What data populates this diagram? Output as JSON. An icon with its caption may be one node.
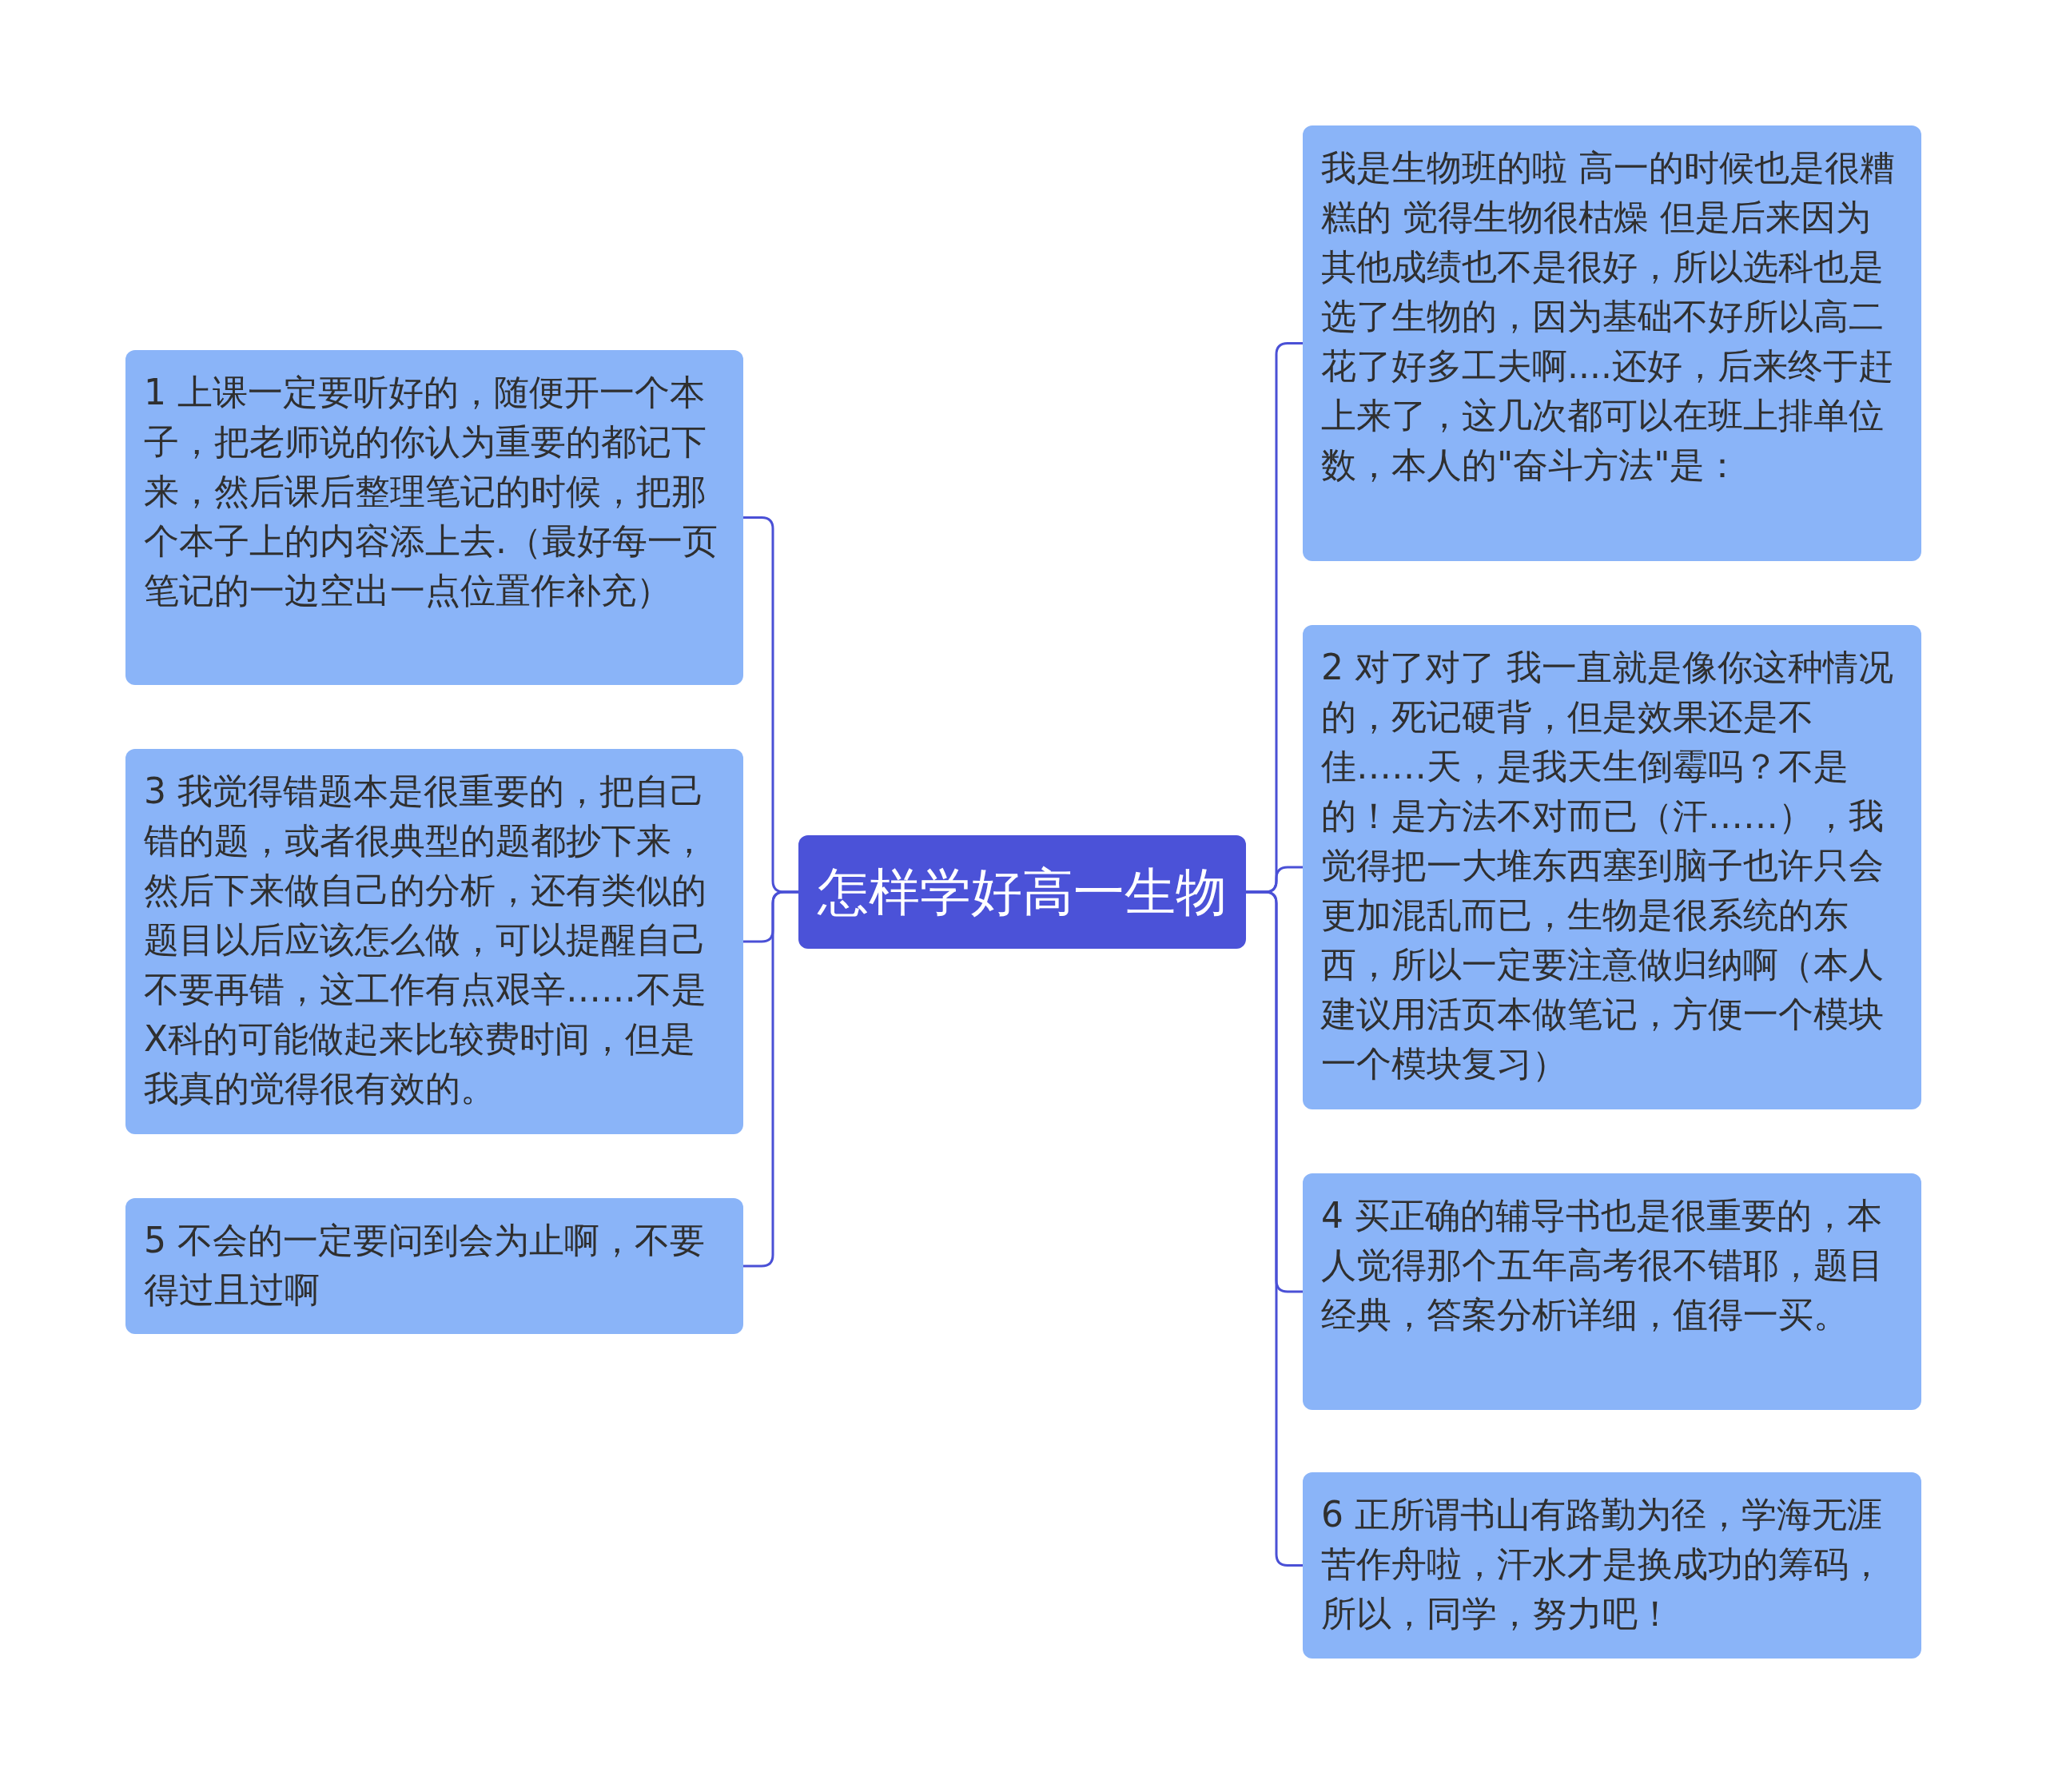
{
  "diagram": {
    "nodes": [
      {
        "text": [
          "怎样学好高一生物"
        ]
      },
      {
        "text": [
          "1 上课一定要听好的，随便开一个本子，把老师说的你认为重要的都记下来，然后课后整理笔记的时候，把那个本子上的内容添上去.（最好每一页笔记的一边空出一点位置作补充）"
        ]
      },
      {
        "text": [
          "3 我觉得错题本是很重要的，把自己错的题，或者很典型的题都抄下来，然后下来做自己的分析，还有类似的题目以后应该怎么做，可以提醒自己不要再错，这工作有点艰辛……不是X科的可能做起来比较费时间，但是我真的觉得很有效的。"
        ]
      },
      {
        "text": [
          "5 不会的一定要问到会为止啊，不要得过且过啊"
        ]
      },
      {
        "text": [
          "我是生物班的啦 高一的时候也是很糟糕的 觉得生物很枯燥 但是后来因为其他成绩也不是很好，所以选科也是选了生物的，因为基础不好所以高二花了好多工夫啊....还好，后来终于赶上来了，这几次都可以在班上排单位数，本人的\"奋斗方法\"是："
        ]
      },
      {
        "text": [
          "2 对了对了 我一直就是像你这种情况的，死记硬背，但是效果还是不佳……天，是我天生倒霉吗？不是的！是方法不对而已（汗……），我觉得把一大堆东西塞到脑子也许只会更加混乱而已，生物是很系统的东西，所以一定要注意做归纳啊（本人建议用活页本做笔记，方便一个模块一个模块复习）"
        ]
      },
      {
        "text": [
          "4 买正确的辅导书也是很重要的，本人觉得那个五年高考很不错耶，题目经典，答案分析详细，值得一买。"
        ]
      },
      {
        "text": [
          "6 正所谓书山有路勤为径，学海无涯苦作舟啦，汗水才是换成功的筹码，所以，同学，努力吧！"
        ]
      }
    ],
    "edges": [
      {
        "from": 0,
        "to": 1,
        "arrow": "none"
      },
      {
        "from": 0,
        "to": 2,
        "arrow": "none"
      },
      {
        "from": 0,
        "to": 3,
        "arrow": "none"
      },
      {
        "from": 0,
        "to": 4,
        "arrow": "none"
      },
      {
        "from": 0,
        "to": 5,
        "arrow": "none"
      },
      {
        "from": 0,
        "to": 6,
        "arrow": "none"
      },
      {
        "from": 0,
        "to": 7,
        "arrow": "none"
      }
    ]
  }
}
